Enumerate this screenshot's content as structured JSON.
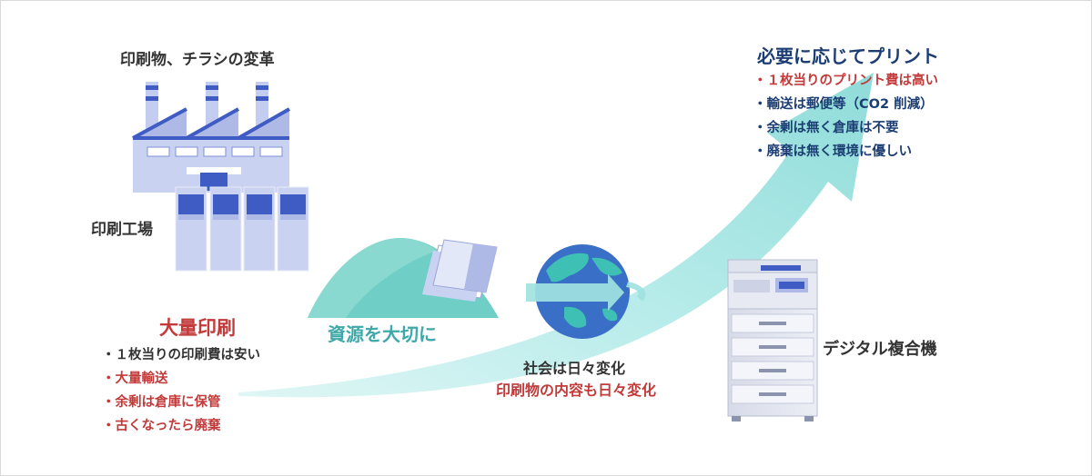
{
  "factory": {
    "title": "印刷物、チラシの変革",
    "label": "印刷工場"
  },
  "mass_print": {
    "title": "大量印刷",
    "items": [
      {
        "text": "・１枚当りの印刷費は安い",
        "color": "#333333"
      },
      {
        "text": "・大量輸送",
        "color": "#c23a3a"
      },
      {
        "text": "・余剰は倉庫に保管",
        "color": "#c23a3a"
      },
      {
        "text": "・古くなったら廃棄",
        "color": "#c23a3a"
      }
    ]
  },
  "resources": {
    "label": "資源を大切に"
  },
  "society": {
    "line1": "社会は日々変化",
    "line2": "印刷物の内容も日々変化"
  },
  "on_demand": {
    "title": "必要に応じてプリント",
    "items": [
      {
        "text": "・１枚当りのプリント費は高い",
        "color": "#c23a3a"
      },
      {
        "text": "・輸送は郵便等（CO2 削減）",
        "color": "#1c3d74"
      },
      {
        "text": "・余剰は無く倉庫は不要",
        "color": "#1c3d74"
      },
      {
        "text": "・廃棄は無く環境に優しい",
        "color": "#1c3d74"
      }
    ]
  },
  "mfp": {
    "label": "デジタル複合機"
  },
  "colors": {
    "arrow": "#b7ebe9",
    "factory": "#c3cdf0",
    "factory_accent": "#3f5bc4",
    "hill": "#6fcfc6",
    "globe_ocean": "#3a6fc7",
    "globe_land": "#3ec0b4",
    "red": "#c23a3a",
    "navy": "#1c3d74"
  }
}
